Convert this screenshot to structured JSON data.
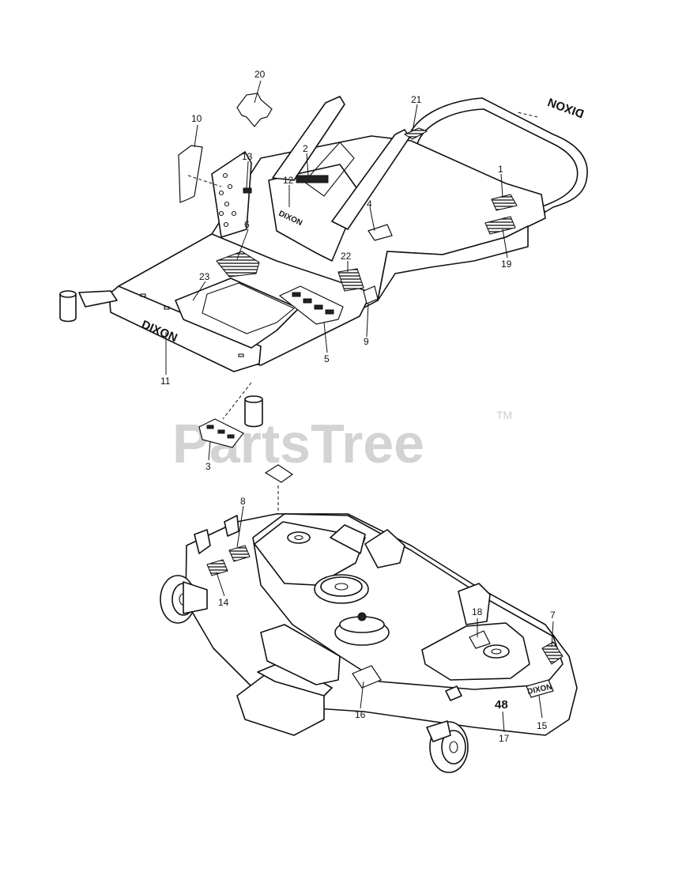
{
  "watermark": {
    "text": "PartsTree",
    "trademark": "TM"
  },
  "brand_marks": [
    "DIXON",
    "DIXON",
    "DIXON",
    "DIXON"
  ],
  "deck_size_label": "48",
  "callouts": [
    {
      "id": "c1",
      "label": "1"
    },
    {
      "id": "c2",
      "label": "2"
    },
    {
      "id": "c3",
      "label": "3"
    },
    {
      "id": "c4",
      "label": "4"
    },
    {
      "id": "c5",
      "label": "5"
    },
    {
      "id": "c6",
      "label": "6"
    },
    {
      "id": "c7",
      "label": "7"
    },
    {
      "id": "c8",
      "label": "8"
    },
    {
      "id": "c9",
      "label": "9"
    },
    {
      "id": "c10",
      "label": "10"
    },
    {
      "id": "c11",
      "label": "11"
    },
    {
      "id": "c12",
      "label": "12"
    },
    {
      "id": "c13",
      "label": "13"
    },
    {
      "id": "c14",
      "label": "14"
    },
    {
      "id": "c15",
      "label": "15"
    },
    {
      "id": "c16",
      "label": "16"
    },
    {
      "id": "c17",
      "label": "17"
    },
    {
      "id": "c18",
      "label": "18"
    },
    {
      "id": "c19",
      "label": "19"
    },
    {
      "id": "c20",
      "label": "20"
    },
    {
      "id": "c21",
      "label": "21"
    },
    {
      "id": "c22",
      "label": "22"
    },
    {
      "id": "c23",
      "label": "23"
    }
  ]
}
